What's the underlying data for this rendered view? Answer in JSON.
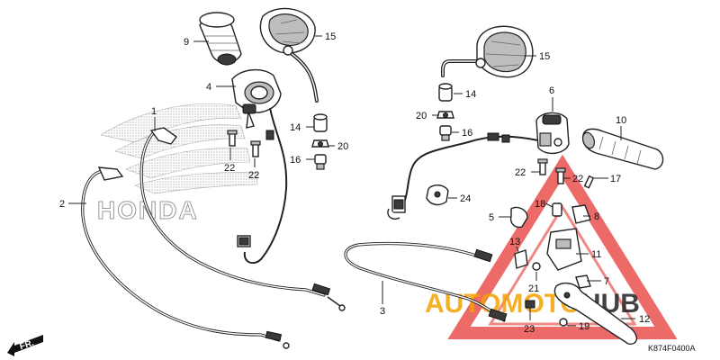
{
  "diagram": {
    "drawing_code": "K874F0400A",
    "front_marker": "FR.",
    "background_logo_text": "HONDA",
    "watermark": {
      "auto": "AUTO",
      "moto": "MOTO",
      "hub": "HUB",
      "colors": {
        "triangle": "#e53935",
        "auto": "#f4a300",
        "hub": "#222222"
      }
    },
    "callouts": [
      {
        "id": "c9",
        "label": "9"
      },
      {
        "id": "c15a",
        "label": "15"
      },
      {
        "id": "c4",
        "label": "4"
      },
      {
        "id": "c1",
        "label": "1"
      },
      {
        "id": "c14a",
        "label": "14"
      },
      {
        "id": "c20a",
        "label": "20"
      },
      {
        "id": "c16a",
        "label": "16"
      },
      {
        "id": "c22a",
        "label": "22"
      },
      {
        "id": "c22b",
        "label": "22"
      },
      {
        "id": "c2",
        "label": "2"
      },
      {
        "id": "c3",
        "label": "3"
      },
      {
        "id": "c15b",
        "label": "15"
      },
      {
        "id": "c14b",
        "label": "14"
      },
      {
        "id": "c20b",
        "label": "20"
      },
      {
        "id": "c16b",
        "label": "16"
      },
      {
        "id": "c6",
        "label": "6"
      },
      {
        "id": "c10",
        "label": "10"
      },
      {
        "id": "c22c",
        "label": "22"
      },
      {
        "id": "c22d",
        "label": "22"
      },
      {
        "id": "c17",
        "label": "17"
      },
      {
        "id": "c24",
        "label": "24"
      },
      {
        "id": "c18",
        "label": "18"
      },
      {
        "id": "c8",
        "label": "8"
      },
      {
        "id": "c5",
        "label": "5"
      },
      {
        "id": "c13",
        "label": "13"
      },
      {
        "id": "c11",
        "label": "11"
      },
      {
        "id": "c7",
        "label": "7"
      },
      {
        "id": "c21",
        "label": "21"
      },
      {
        "id": "c12",
        "label": "12"
      },
      {
        "id": "c23",
        "label": "23"
      },
      {
        "id": "c19",
        "label": "19"
      }
    ]
  }
}
